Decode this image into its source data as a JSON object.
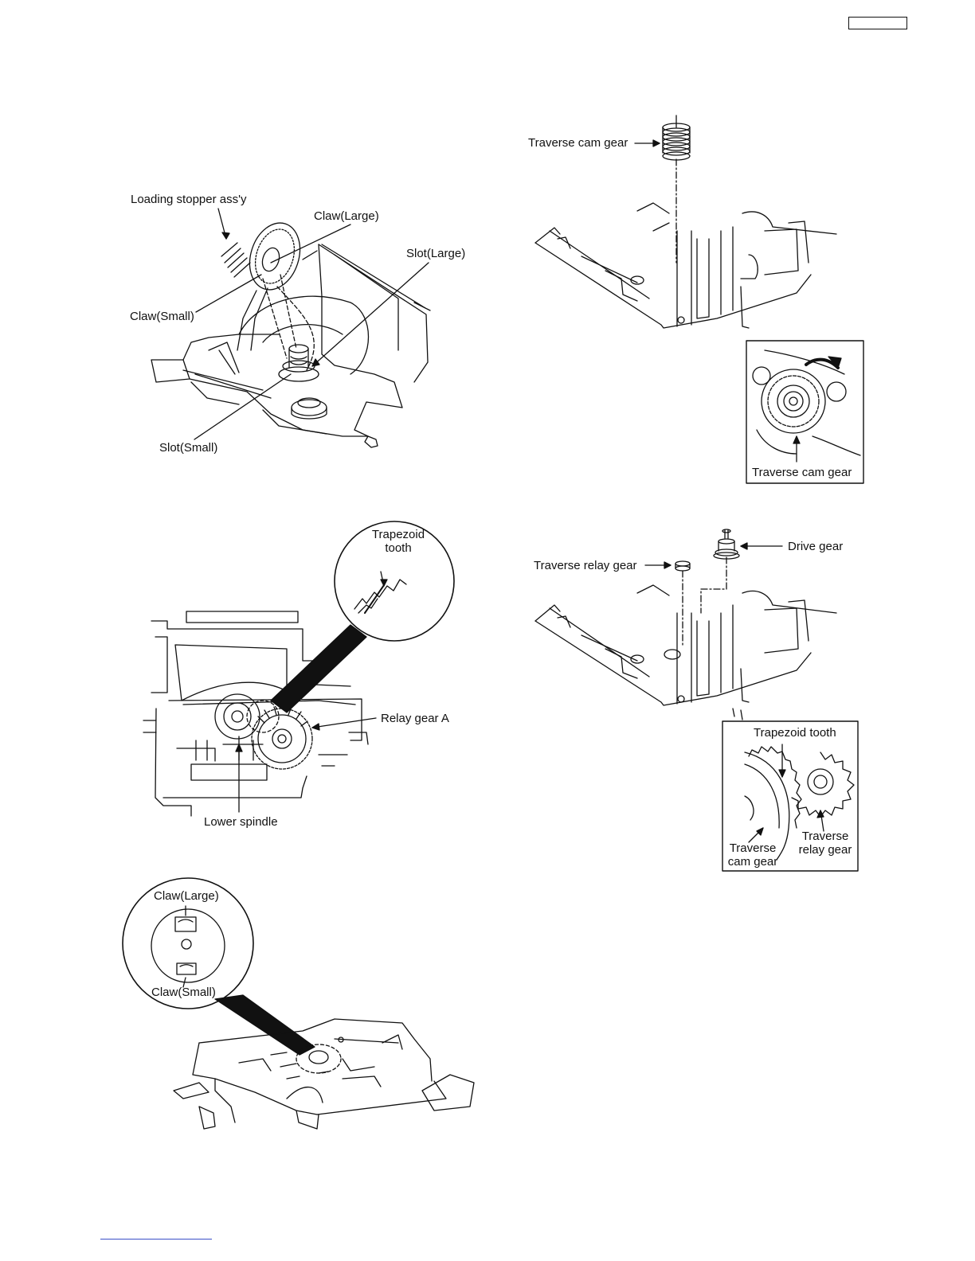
{
  "figures": {
    "fig_loading_stopper": {
      "loading_stopper": "Loading stopper ass'y",
      "claw_large": "Claw(Large)",
      "slot_large": "Slot(Large)",
      "claw_small": "Claw(Small)",
      "slot_small": "Slot(Small)"
    },
    "fig_relay_gear": {
      "trapezoid_tooth": "Trapezoid\ntooth",
      "relay_gear_a": "Relay gear A",
      "lower_spindle": "Lower spindle"
    },
    "fig_claw_detail": {
      "claw_large": "Claw(Large)",
      "claw_small": "Claw(Small)"
    },
    "fig_traverse_cam": {
      "traverse_cam_gear": "Traverse cam gear",
      "inset_traverse_cam_gear": "Traverse cam gear"
    },
    "fig_traverse_relay": {
      "traverse_relay_gear": "Traverse relay gear",
      "drive_gear": "Drive gear",
      "inset_trapezoid_tooth": "Trapezoid tooth",
      "inset_traverse_cam_gear": "Traverse\ncam gear",
      "inset_traverse_relay_gear": "Traverse\nrelay gear"
    }
  }
}
